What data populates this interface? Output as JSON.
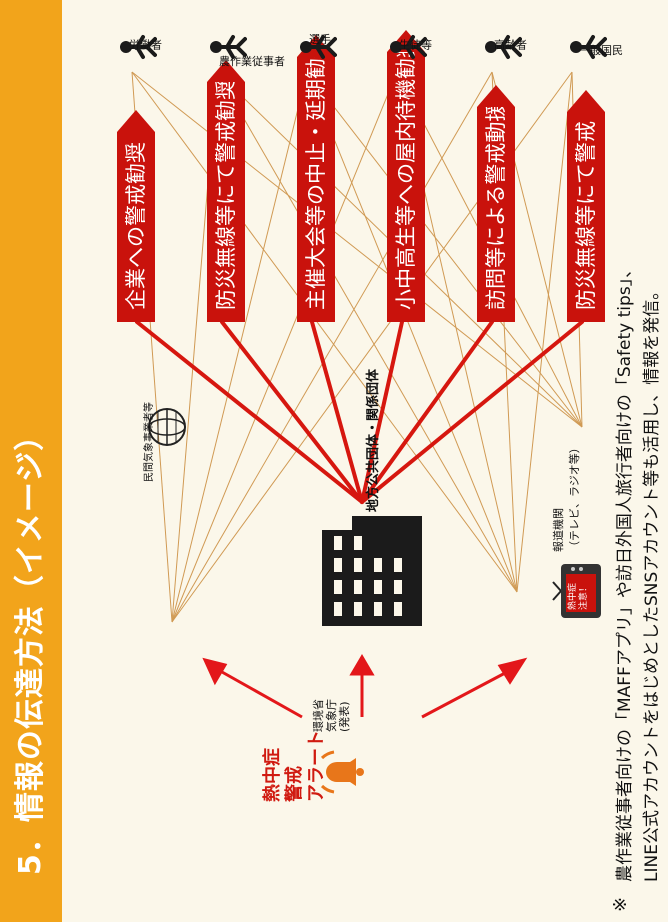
{
  "header": {
    "title": "5．情報の伝達方法（イメージ）"
  },
  "alert": {
    "title": "熱中症\n警戒\nアラート",
    "issuer": "環境省\n気象庁\n(発表)"
  },
  "hubs": {
    "tv": {
      "name": "報道機関",
      "sub": "（テレビ、ラジオ等）",
      "screen": "熱中症\n注意！"
    },
    "local_gov": {
      "name": "地方公共団体・関係団体"
    },
    "weather": {
      "name": "民間気象事業者等"
    }
  },
  "banners": [
    "防災無線等にて警戒",
    "訪問等による警戒動援",
    "小中高生等への屋内待機勧奨",
    "主催大会等の中止・延期勧奨",
    "防災無線等にて警戒勧奨",
    "企業への警戒勧奨"
  ],
  "audiences": [
    {
      "label": "一般国民",
      "icon": "family-icon"
    },
    {
      "label": "高齢者",
      "icon": "elderly-icon"
    },
    {
      "label": "生徒等",
      "icon": "students-icon"
    },
    {
      "label": "選手",
      "icon": "athlete-icon"
    },
    {
      "label": "農作業従事者",
      "icon": "farmer-icon"
    },
    {
      "label": "労働者",
      "icon": "worker-icon"
    }
  ],
  "footnote": {
    "mark": "※",
    "line1": "農作業従事者向けの「MAFFアプリ」や訪日外国人旅行者向けの「Safety tips」、",
    "line2": "LINE公式アカウントをはじめとしたSNSアカウント等も活用し、情報を発信。"
  },
  "colors": {
    "header": "#f2a41b",
    "banner": "#c9120c",
    "alert": "#e8761a",
    "accent_text": "#d01a10"
  }
}
